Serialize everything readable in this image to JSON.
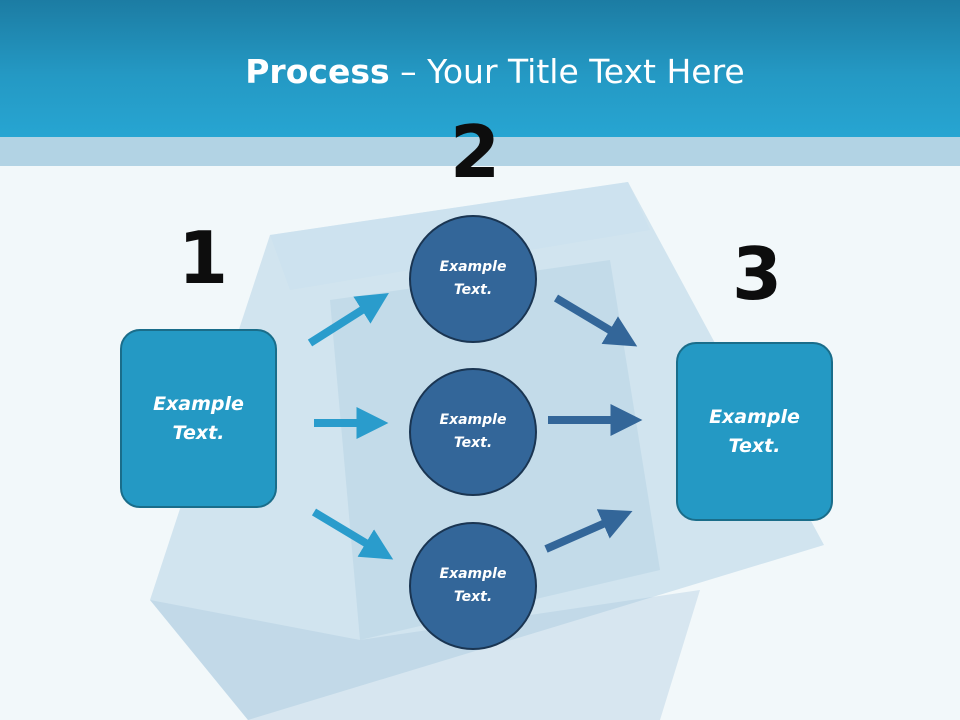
{
  "title": {
    "bold": "Process",
    "rest": " – Your Title Text Here"
  },
  "steps": {
    "one": "1",
    "two": "2",
    "three": "3"
  },
  "left_box": {
    "text": "Example Text."
  },
  "middle_circles": [
    {
      "text": "Example Text."
    },
    {
      "text": "Example Text."
    },
    {
      "text": "Example Text."
    }
  ],
  "right_box": {
    "text": "Example Text."
  },
  "colors": {
    "header": "#2499c4",
    "box_fill": "#2499c4",
    "circle_fill": "#336699",
    "arrow_light": "#2a9ccc",
    "arrow_dark": "#336699"
  }
}
